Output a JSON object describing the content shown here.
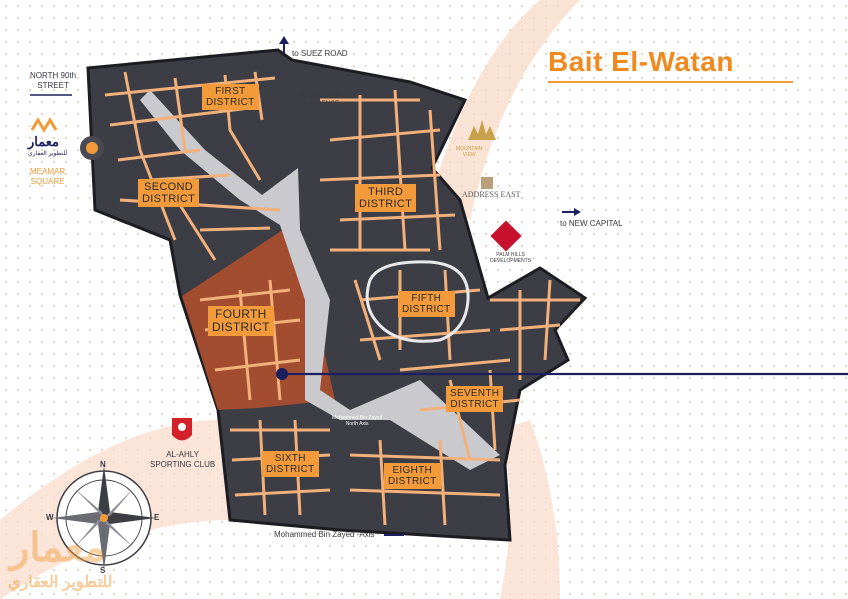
{
  "title": "Bait El-Watan",
  "districts": [
    {
      "id": "first",
      "lines": [
        "FIRST",
        "DISTRICT"
      ]
    },
    {
      "id": "second",
      "lines": [
        "SECOND",
        "DISTRICT"
      ]
    },
    {
      "id": "third",
      "lines": [
        "THIRD",
        "DISTRICT"
      ]
    },
    {
      "id": "fourth",
      "lines": [
        "FOURTH",
        "DISTRICT"
      ]
    },
    {
      "id": "fifth",
      "lines": [
        "FIFTH",
        "DISTRICT"
      ]
    },
    {
      "id": "sixth",
      "lines": [
        "SIXTH",
        "DISTRICT"
      ]
    },
    {
      "id": "seventh",
      "lines": [
        "SEVENTH",
        "DISTRICT"
      ]
    },
    {
      "id": "eighth",
      "lines": [
        "EIGHTH",
        "DISTRICT"
      ]
    }
  ],
  "labels": {
    "suez_road": "to SUEZ ROAD",
    "new_capital": "to NEW CAPITAL",
    "north_90th": [
      "NORTH 90th",
      "STREET"
    ],
    "heliopark": [
      "HELIOPARK",
      "RESIDENCE"
    ],
    "meamar_square": [
      "MEAMAR",
      "SQUARE"
    ],
    "al_ahly": [
      "AL-AHLY",
      "SPORTING CLUB"
    ],
    "mohammed_axis_bottom": "Mohammed Bin Zayed -Axis",
    "mohammed_axis_inner": [
      "Mohammed Bin Zayed",
      "North Axis"
    ],
    "mountain_view": [
      "MOUNTAIN",
      "VIEW"
    ],
    "address_east": "ADDRESS EAST",
    "palm_hills": [
      "PALM HILLS",
      "DEVELOPMENTS"
    ]
  },
  "logos": {
    "meamar_top": "معمار",
    "meamar_sub": "للتطوير العقاري",
    "watermark_top": "معمار",
    "watermark_sub": "للتطوير العقاري"
  },
  "compass": [
    "N",
    "E",
    "S",
    "W"
  ],
  "colors": {
    "accent": "#f39a3a",
    "block": "#3d3d45",
    "road": "#f2b07a",
    "fourth": "#b5502d",
    "axis": "#1c1f5e",
    "title": "#f0891e"
  }
}
